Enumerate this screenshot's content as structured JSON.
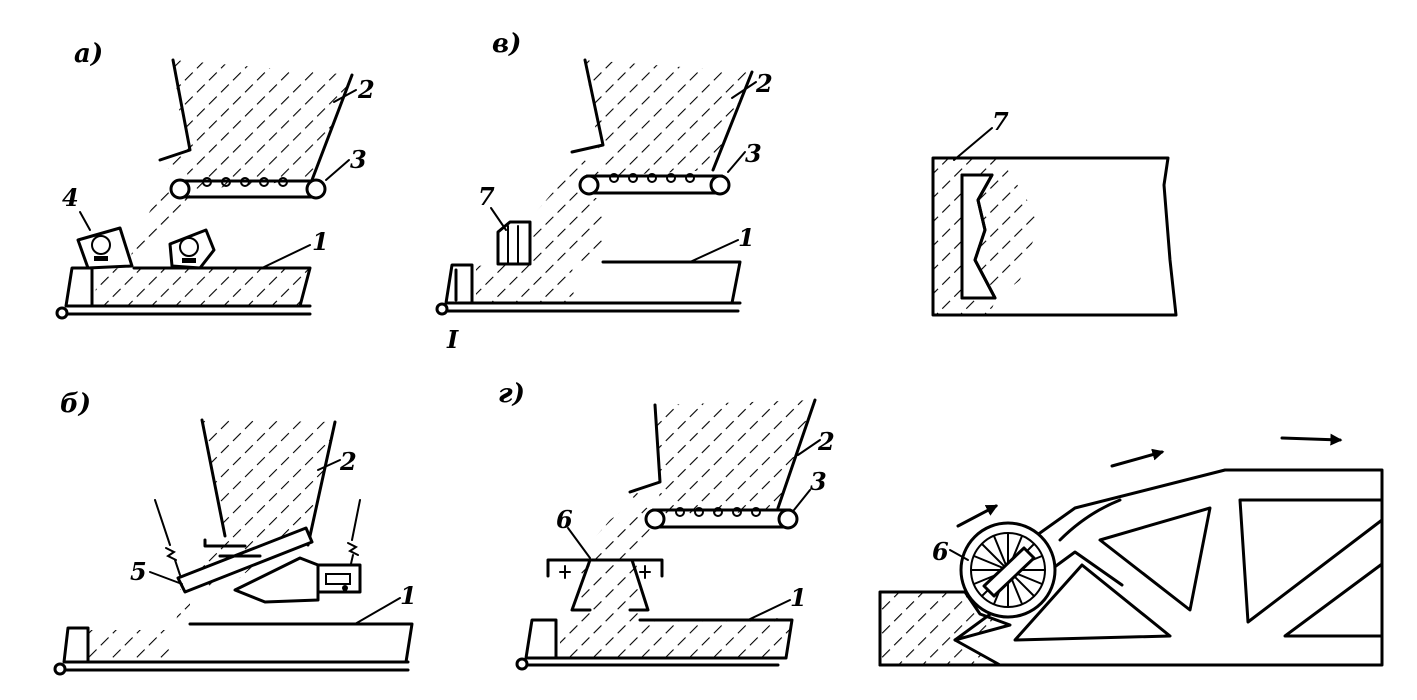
{
  "panels": [
    {
      "label": "а)",
      "parts": [
        "1",
        "2",
        "3",
        "4"
      ]
    },
    {
      "label": "б)",
      "parts": [
        "1",
        "2",
        "5"
      ]
    },
    {
      "label": "в)",
      "parts": [
        "1",
        "2",
        "3",
        "7"
      ],
      "stray_mark": "I"
    },
    {
      "label": "г)",
      "parts": [
        "1",
        "2",
        "3",
        "6"
      ]
    }
  ],
  "details": [
    {
      "part": "7"
    },
    {
      "part": "6"
    }
  ],
  "icons": [
    "arrow-icon",
    "arrow-icon",
    "arrow-icon"
  ]
}
